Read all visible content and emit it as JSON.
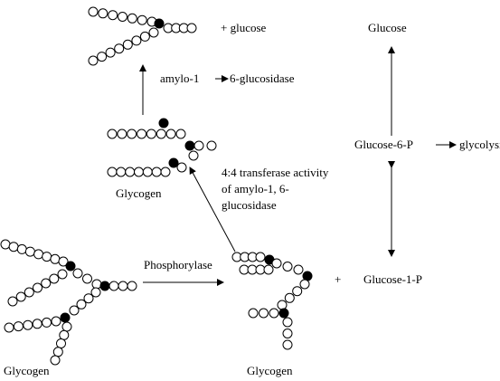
{
  "labels": {
    "top_glucose": "+  glucose",
    "enzyme_debranch": "amylo-1",
    "enzyme_debranch_suffix": "6-glucosidase",
    "glycogen_mid": "Glycogen",
    "transferase_line1": "4:4 transferase activity",
    "transferase_line2": "of amylo-1, 6-",
    "transferase_line3": "glucosidase",
    "glycogen_left": "Glycogen",
    "phosphorylase": "Phosphorylase",
    "glycogen_right": "Glycogen",
    "plus": "+",
    "glucose1p": "Glucose-1-P",
    "glucose6p": "Glucose-6-P",
    "glycolysis": "glycolysis",
    "glucose_top_right": "Glucose"
  },
  "colors": {
    "ink": "#000000",
    "unit": "#ffffff",
    "branch_point": "#000000"
  }
}
